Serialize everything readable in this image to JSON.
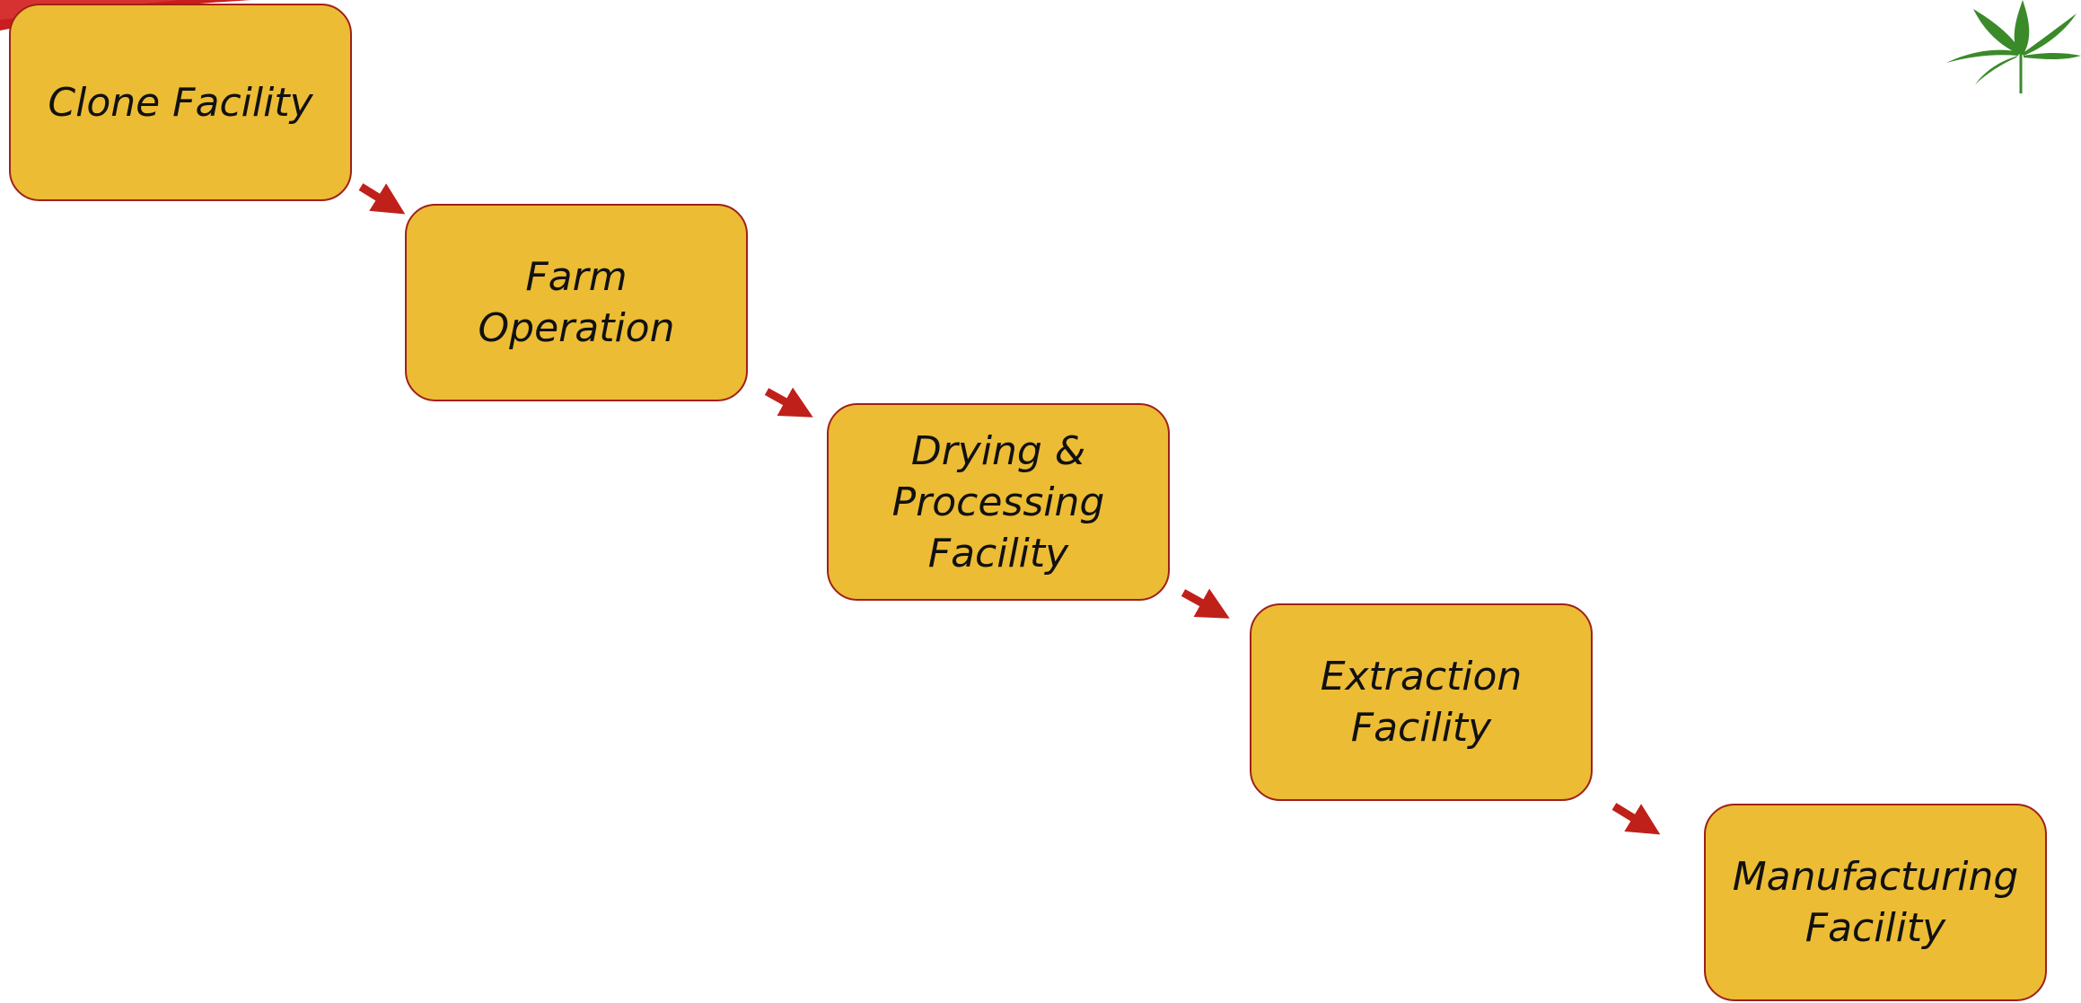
{
  "steps": [
    "Clone Facility",
    "Farm\nOperation",
    "Drying &\nProcessing\nFacility",
    "Extraction\nFacility",
    "Manufacturing\nFacility"
  ],
  "colors": {
    "box_fill": "#ecbc34",
    "box_border": "#a0201a",
    "arrow": "#c0201a",
    "leaf": "#3a8a2a"
  },
  "icons": {
    "arrow": "arrow-right-down-icon",
    "logo": "cannabis-leaf-icon"
  }
}
